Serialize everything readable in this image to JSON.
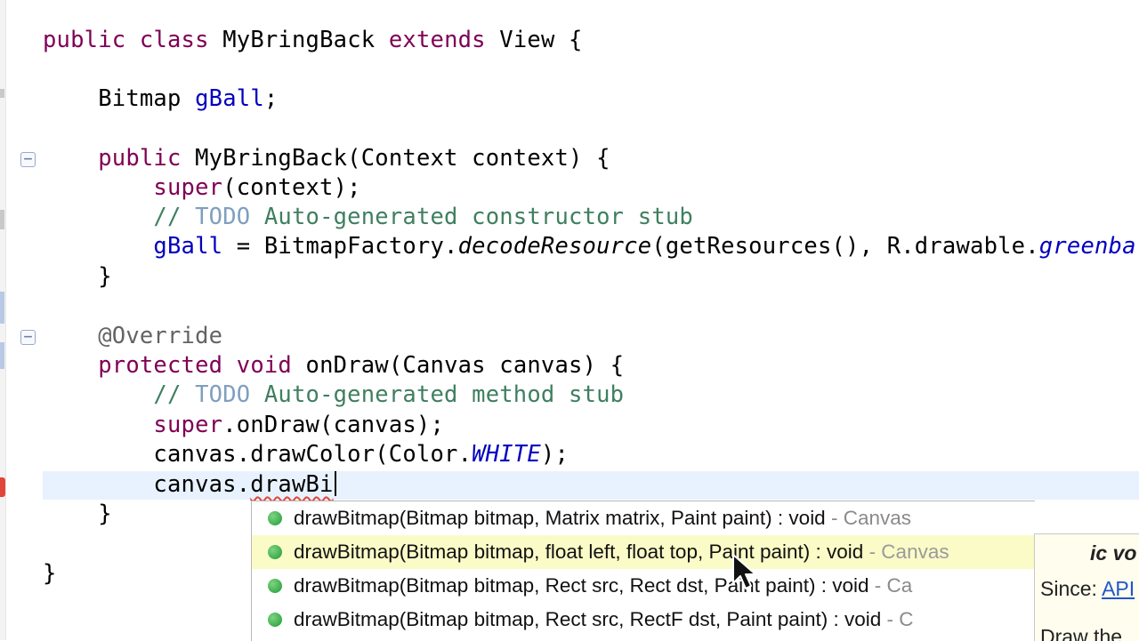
{
  "editor": {
    "class_decl": {
      "kw1": "public",
      "kw2": "class",
      "name": "MyBringBack",
      "kw3": "extends",
      "parent": "View {"
    },
    "field_decl": {
      "type": "Bitmap",
      "name": "gBall",
      "end": ";"
    },
    "ctor_decl": {
      "kw": "public",
      "rest": "MyBringBack(Context context) {"
    },
    "ctor_super": {
      "kw": "super",
      "rest": "(context);"
    },
    "ctor_comment": {
      "prefix": "// ",
      "todo": "TODO",
      "text": " Auto-generated constructor stub"
    },
    "ctor_assign": {
      "field": "gBall",
      "mid": " = BitmapFactory.",
      "method": "decodeResource",
      "args": "(getResources(), R.drawable.",
      "res": "greenba"
    },
    "ctor_close": "}",
    "annotation": "@Override",
    "method_decl": {
      "kw1": "protected",
      "kw2": "void",
      "rest": "onDraw(Canvas canvas) {"
    },
    "method_comment": {
      "prefix": "// ",
      "todo": "TODO",
      "text": " Auto-generated method stub"
    },
    "method_super": {
      "kw": "super",
      "rest": ".onDraw(canvas);"
    },
    "method_draw_color": {
      "pre": "canvas.drawColor(Color.",
      "const": "WHITE",
      "post": ");"
    },
    "method_typing": {
      "pre": "canvas.",
      "typed": "drawBi"
    },
    "method_close": "}",
    "class_close": "}"
  },
  "autocomplete": {
    "items": [
      {
        "signature": "drawBitmap(Bitmap bitmap, Matrix matrix, Paint paint) : void",
        "owner": " - Canvas",
        "selected": false
      },
      {
        "signature": "drawBitmap(Bitmap bitmap, float left, float top, Paint paint) : void",
        "owner": " - Canvas",
        "selected": true
      },
      {
        "signature": "drawBitmap(Bitmap bitmap, Rect src, Rect dst, Paint paint) : void",
        "owner": " - Ca",
        "selected": false
      },
      {
        "signature": "drawBitmap(Bitmap bitmap, Rect src, RectF dst, Paint paint) : void",
        "owner": " - C",
        "selected": false
      }
    ]
  },
  "doc_popup": {
    "signature_fragment": "ic vo",
    "since_label": "Since:",
    "since_link": "API",
    "description_fragment": "Draw the"
  },
  "colors": {
    "keyword": "#7f0055",
    "field": "#0000c0",
    "comment": "#3f7f5f",
    "todo": "#7f9fbf",
    "annotation": "#646464",
    "selection": "#fbfbc8",
    "current_line": "#e8f2fe"
  }
}
